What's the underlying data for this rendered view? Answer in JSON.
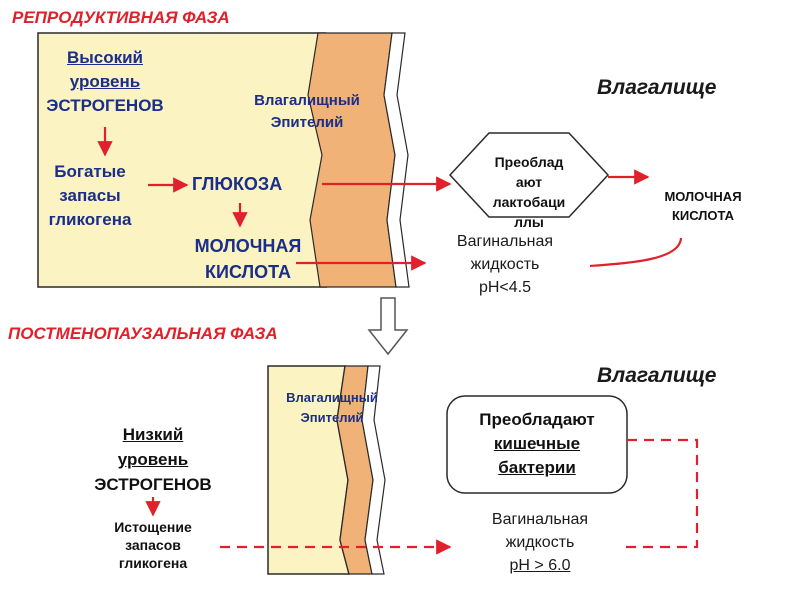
{
  "colors": {
    "accent_red": "#e0202a",
    "label_blue": "#1a2e8a",
    "cells": "#fbf3c2",
    "epithelium": "#f0b277"
  },
  "reproductive": {
    "title": "РЕПРОДУКТИВНАЯ ФАЗА",
    "vagina_heading": "Влагалище",
    "estrogen_lines": [
      "Высокий",
      "уровень",
      "ЭСТРОГЕНОВ"
    ],
    "glycogen_lines": [
      "Богатые",
      "запасы",
      "гликогена"
    ],
    "glucose": "ГЛЮКОЗА",
    "lactic_lines": [
      "МОЛОЧНАЯ",
      "КИСЛОТА"
    ],
    "epithelium_lines": [
      "Влагалищный",
      "Эпителий"
    ],
    "bacteria_lines": [
      "Преоблад",
      "ают",
      "лактобаци",
      "ллы"
    ],
    "product_lines": [
      "МОЛОЧНАЯ",
      "КИСЛОТА"
    ],
    "fluid_lines": [
      "Вагинальная",
      "жидкость",
      "pH<4.5"
    ]
  },
  "postmenopausal": {
    "title": "ПОСТМЕНОПАУЗАЛЬНАЯ ФАЗА",
    "vagina_heading": "Влагалище",
    "estrogen_lines": [
      "Низкий",
      "уровень",
      "ЭСТРОГЕНОВ"
    ],
    "depletion_lines": [
      "Истощение",
      "запасов",
      "гликогена"
    ],
    "epithelium_lines": [
      "Влагалищный",
      "Эпителий"
    ],
    "bacteria_lines": [
      "Преобладают",
      "кишечные",
      "бактерии"
    ],
    "fluid_lines": [
      "Вагинальная",
      "жидкость",
      "pH > 6.0"
    ]
  }
}
